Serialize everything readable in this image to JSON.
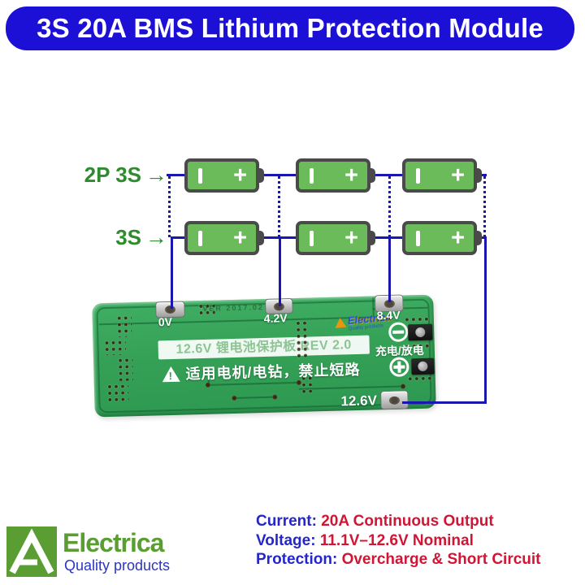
{
  "header": {
    "title": "3S 20A BMS Lithium Protection Module",
    "bg_color": "#1c10d6"
  },
  "diagram": {
    "row1_label": "2P 3S",
    "row2_label": "3S",
    "arrow": "→",
    "battery": {
      "negative_mark": "I",
      "positive_mark": "+",
      "fill_color": "#6cbb5b"
    },
    "wire_color": "#1a17b0"
  },
  "pcb": {
    "pad_labels": {
      "p0": "0V",
      "p1": "4.2V",
      "p2": "8.4V",
      "p3": "12.6V"
    },
    "silkscreen": "VER 2017.02",
    "title_band": "12.6V 锂电池保护板 REV 2.0",
    "warning_icon": "!",
    "warning_text": "适用电机/电钻，禁止短路",
    "charge_label": "充电/放电",
    "watermark": {
      "name": "Electrica",
      "tagline": "Quality products"
    },
    "board_color": "#35a156"
  },
  "footer": {
    "logo": {
      "name": "Electrica",
      "tagline": "Quality products",
      "color": "#5a9e33"
    },
    "specs": [
      {
        "label": "Current:",
        "value": "20A Continuous Output"
      },
      {
        "label": "Voltage:",
        "value": "11.1V–12.6V Nominal"
      },
      {
        "label": "Protection:",
        "value": "Overcharge & Short Circuit"
      }
    ],
    "label_color": "#2525cc",
    "value_color": "#d01535"
  }
}
